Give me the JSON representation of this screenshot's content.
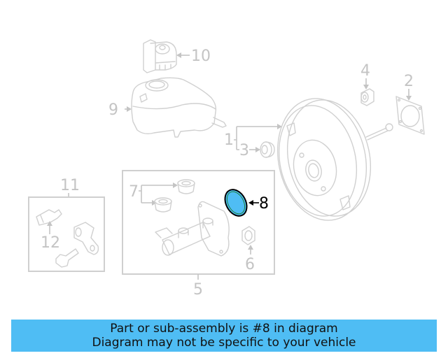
{
  "diagram": {
    "highlighted_part": "8",
    "highlight_color": "#4fbdf4",
    "callouts": [
      {
        "number": "1",
        "part": "brake booster assembly"
      },
      {
        "number": "2",
        "part": "gasket"
      },
      {
        "number": "3",
        "part": "grommet"
      },
      {
        "number": "4",
        "part": "nut"
      },
      {
        "number": "5",
        "part": "master cylinder assembly"
      },
      {
        "number": "6",
        "part": "nut"
      },
      {
        "number": "7",
        "part": "reservoir grommet"
      },
      {
        "number": "8",
        "part": "seal (highlighted)"
      },
      {
        "number": "9",
        "part": "reservoir tank"
      },
      {
        "number": "10",
        "part": "reservoir cap"
      },
      {
        "number": "11",
        "part": "sensor kit"
      },
      {
        "number": "12",
        "part": "sensor"
      }
    ]
  },
  "banner": {
    "line1": "Part or sub-assembly is #8 in diagram",
    "line2": "Diagram may not be specific to your vehicle",
    "background_color": "#4fbdf4"
  }
}
